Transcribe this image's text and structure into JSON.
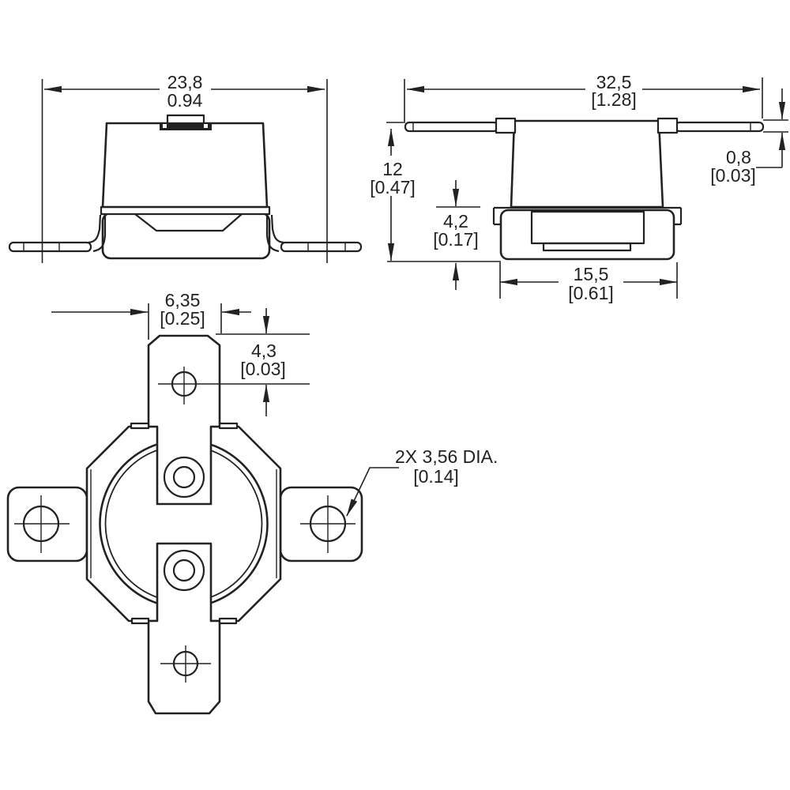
{
  "dims": {
    "front_width": {
      "metric": "23,8",
      "imperial": "0.94"
    },
    "overall_width": {
      "metric": "32,5",
      "imperial": "[1.28]"
    },
    "overall_height": {
      "metric": "12",
      "imperial": "[0.47]"
    },
    "terminal_thickness": {
      "metric": "0,8",
      "imperial": "[0.03]"
    },
    "base_height": {
      "metric": "4,2",
      "imperial": "[0.17]"
    },
    "base_width": {
      "metric": "15,5",
      "imperial": "[0.61]"
    },
    "terminal_width": {
      "metric": "6,35",
      "imperial": "[0.25]"
    },
    "terminal_hole_offset": {
      "metric": "4,3",
      "imperial": "[0.03]"
    },
    "mounting_holes": {
      "metric": "2X 3,56 DIA.",
      "imperial": "[0.14]"
    }
  },
  "colors": {
    "line": "#222222",
    "background": "#ffffff"
  }
}
